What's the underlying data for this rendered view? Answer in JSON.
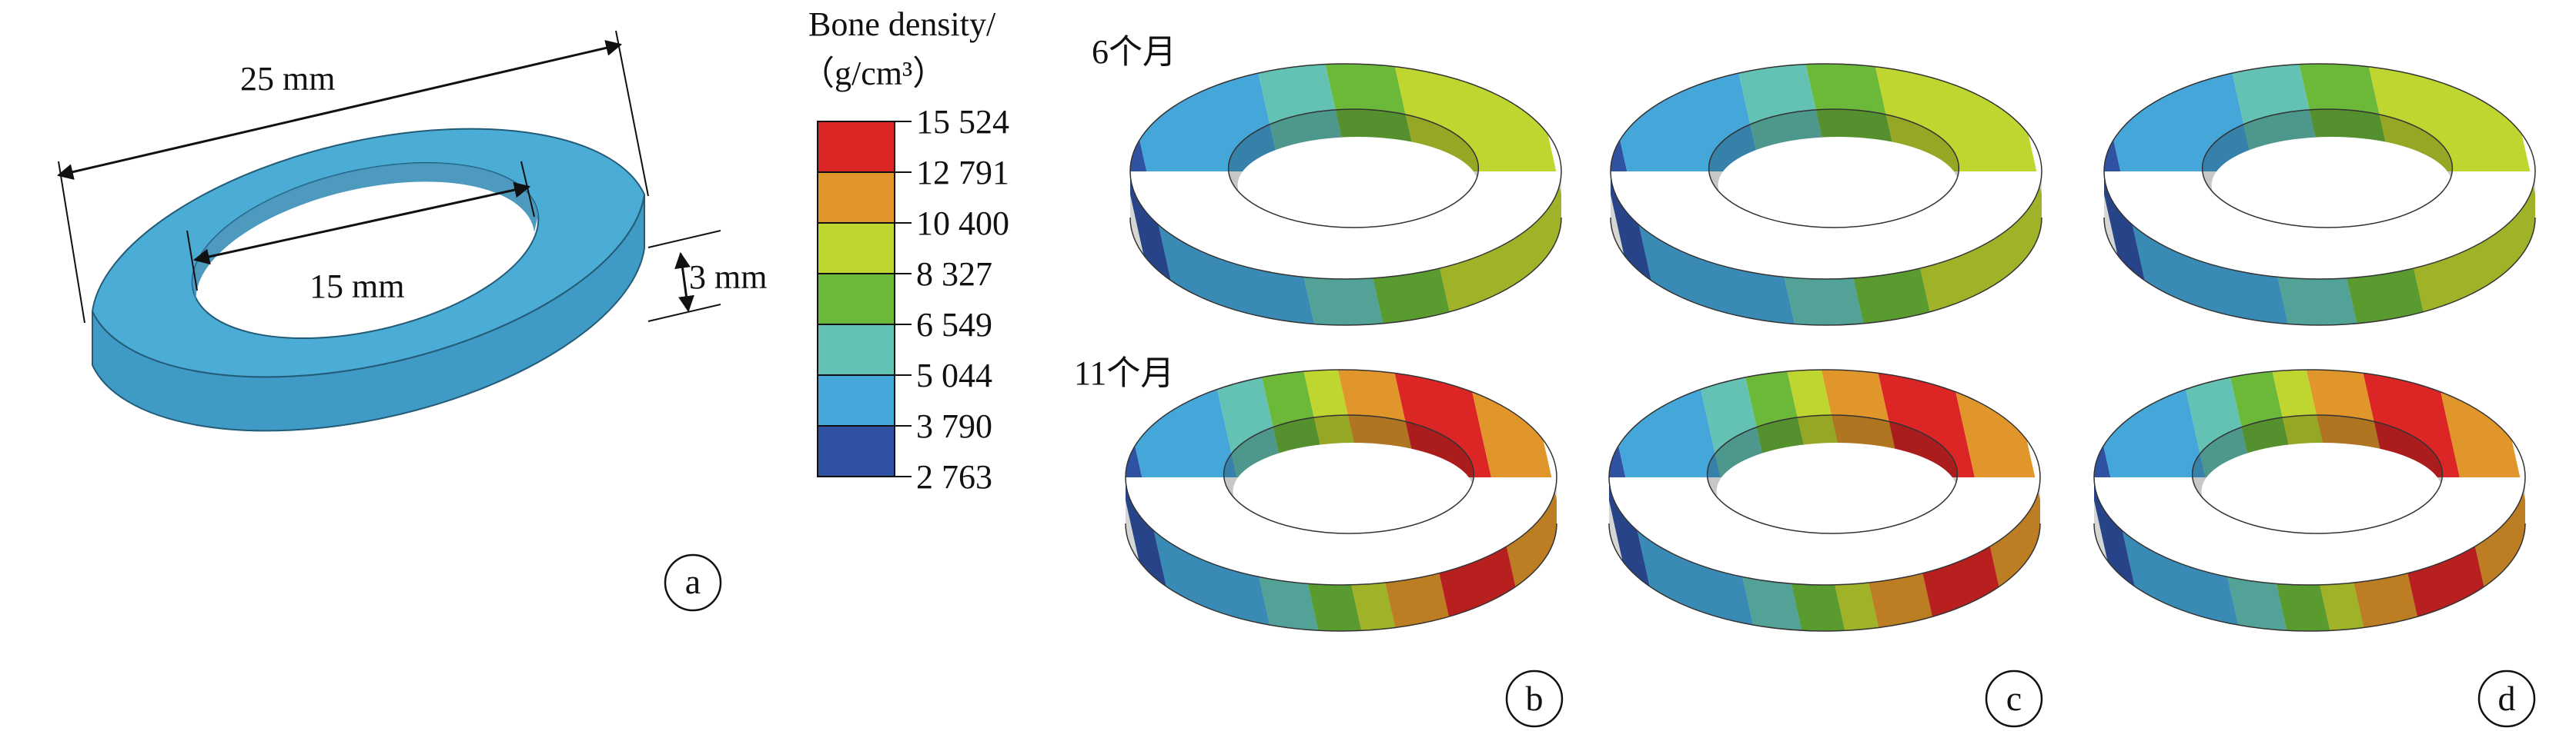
{
  "panel_a": {
    "outer_diameter": "25 mm",
    "inner_diameter": "15 mm",
    "thickness": "3 mm",
    "color": "#4bacd6"
  },
  "legend": {
    "title_line1": "Bone density/",
    "title_line2": "（g/cm³）",
    "ticks": [
      "15 524",
      "12 791",
      "10 400",
      "8 327",
      "6 549",
      "5 044",
      "3 790",
      "2 763"
    ],
    "colors": [
      "#dc2626",
      "#e0962a",
      "#bfd630",
      "#6cb93a",
      "#63c2b4",
      "#45a6d9",
      "#2f52a2"
    ]
  },
  "row_labels": {
    "top": "6个月",
    "bottom": "11个月"
  },
  "panel_labels": {
    "a": "a",
    "b": "b",
    "c": "c",
    "d": "d"
  }
}
